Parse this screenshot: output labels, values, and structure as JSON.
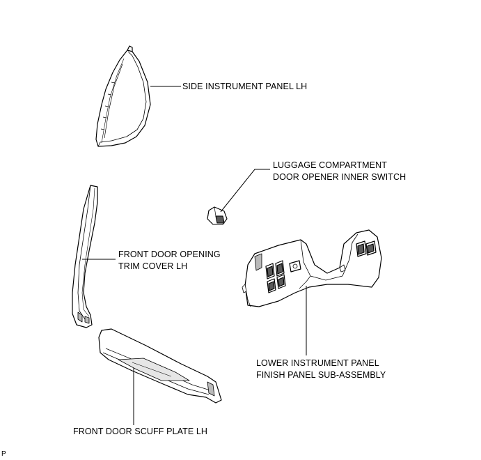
{
  "colors": {
    "line": "#000000",
    "part_fill": "#ffffff",
    "shade": "#b9b9b9",
    "dark": "#5a5a5a"
  },
  "labels": {
    "side_panel": [
      "SIDE INSTRUMENT PANEL LH"
    ],
    "luggage_switch": [
      "LUGGAGE COMPARTMENT",
      "DOOR OPENER INNER SWITCH"
    ],
    "front_trim": [
      "FRONT DOOR OPENING",
      "TRIM COVER LH"
    ],
    "lower_panel": [
      "LOWER INSTRUMENT PANEL",
      "FINISH PANEL SUB-ASSEMBLY"
    ],
    "scuff_plate": [
      "FRONT DOOR SCUFF PLATE LH"
    ],
    "figure_code": "P"
  }
}
